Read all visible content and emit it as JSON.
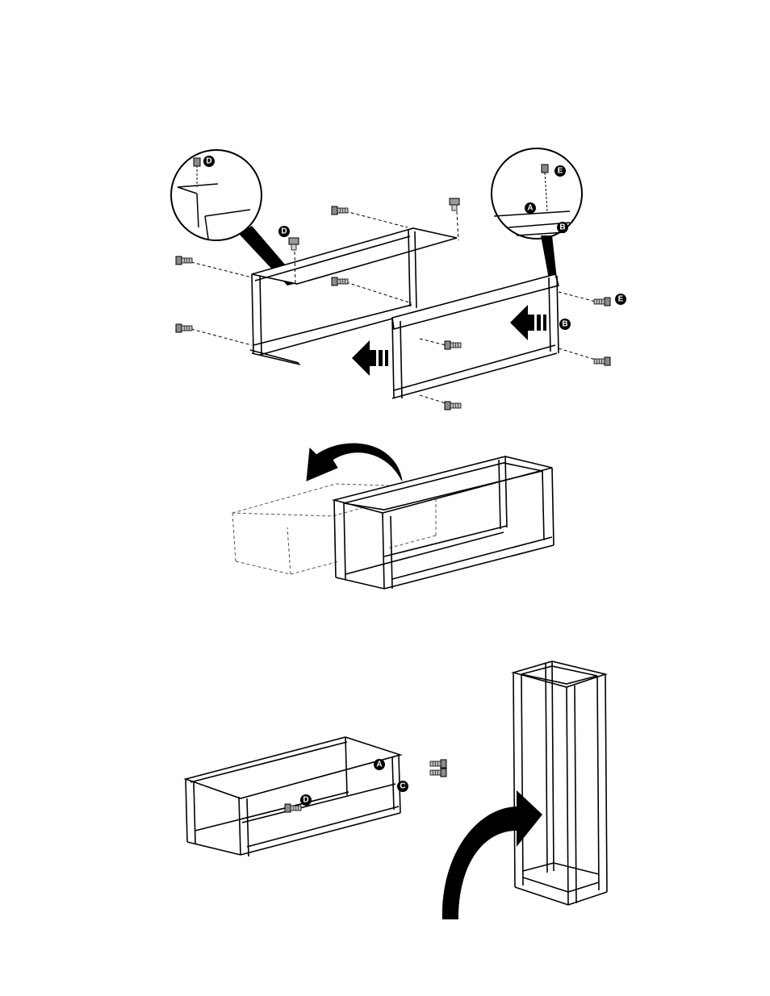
{
  "figure_1": {
    "callout_left": {
      "label": "D"
    },
    "callout_right": {
      "labels": [
        "E",
        "A",
        "B"
      ]
    },
    "labels": [
      "D",
      "E",
      "B"
    ]
  },
  "figure_2": {},
  "figure_3": {
    "labels": [
      "A",
      "C",
      "D"
    ]
  },
  "colors": {
    "ink": "#000000",
    "paper": "#ffffff",
    "screw_gray": "#8a8a8a"
  }
}
